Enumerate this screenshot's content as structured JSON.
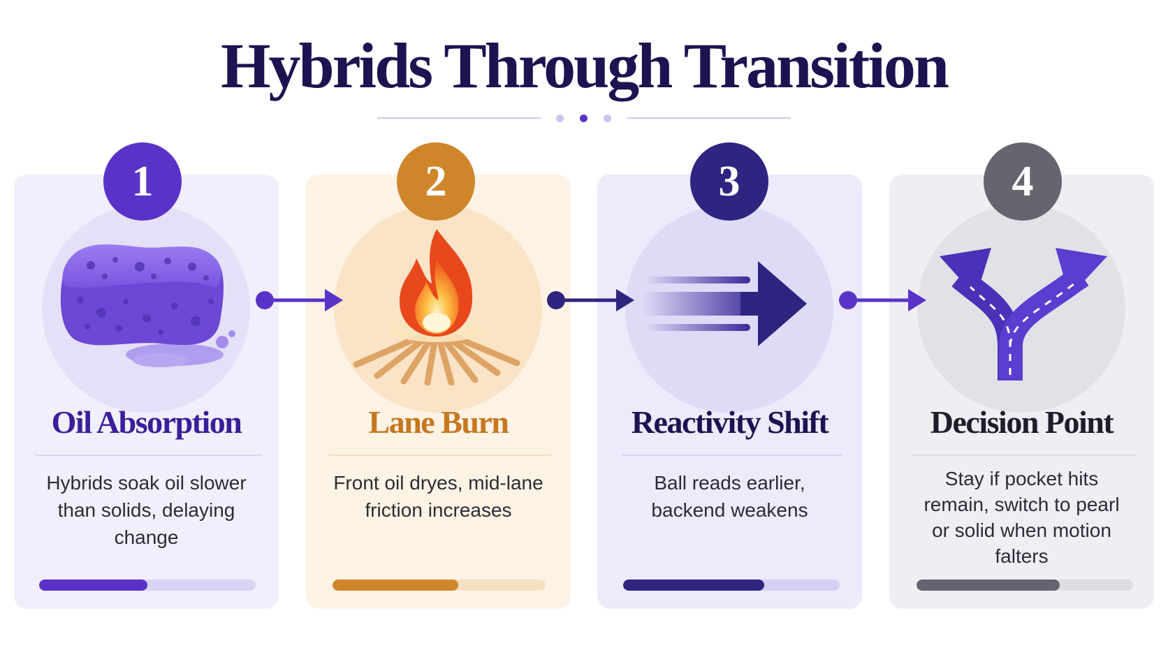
{
  "title": "Hybrids Through Transition",
  "colors": {
    "title": "#1b1450",
    "connector": "#5a32c8",
    "divider_line": "#c9c4ee",
    "divider_dots": [
      "#c9c4ee",
      "#5a32c8",
      "#c9c4ee"
    ]
  },
  "steps": [
    {
      "number": "1",
      "title": "Oil Absorption",
      "description": "Hybrids soak oil slower than solids, delaying change",
      "icon": "sponge-icon",
      "progress": 0.5,
      "accent": "#5a32c8",
      "title_color": "#3b1e9a",
      "card_bg": "#f1effb",
      "halo_bg": "#e4e0f7",
      "track": "#d9d4f3"
    },
    {
      "number": "2",
      "title": "Lane Burn",
      "description": "Front oil dryes, mid-lane friction increases",
      "icon": "flame-icon",
      "progress": 0.59,
      "accent": "#cf862b",
      "title_color": "#c7771f",
      "card_bg": "#fdf3e4",
      "halo_bg": "#fae3c6",
      "track": "#f6dfc2"
    },
    {
      "number": "3",
      "title": "Reactivity Shift",
      "description": "Ball reads earlier, backend weakens",
      "icon": "arrow-right-icon",
      "progress": 0.65,
      "accent": "#2f2480",
      "title_color": "#1b1450",
      "card_bg": "#eceafb",
      "halo_bg": "#dedbf6",
      "track": "#d4d0f3"
    },
    {
      "number": "4",
      "title": "Decision Point",
      "description": "Stay if pocket hits remain, switch to pearl or solid when motion falters",
      "icon": "fork-arrow-icon",
      "progress": 0.66,
      "accent": "#64656e",
      "title_color": "#1e1e2a",
      "card_bg": "#eeeff3",
      "halo_bg": "#e1e2e8",
      "track": "#dcdce3"
    }
  ]
}
